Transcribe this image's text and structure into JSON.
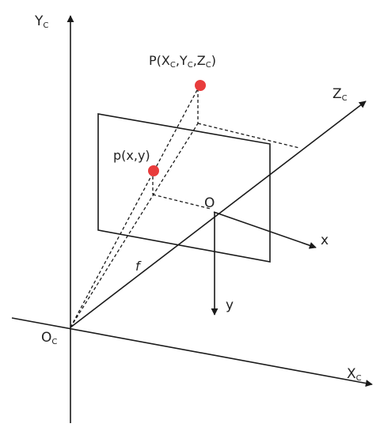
{
  "diagram": {
    "labels": {
      "yc_main": "Y",
      "yc_sub": "C",
      "oc_main": "O",
      "oc_sub": "C",
      "xc_main": "X",
      "xc_sub": "C",
      "zc_main": "Z",
      "zc_sub": "C",
      "point_P_prefix": "P(X",
      "point_P_sub1": "C",
      "point_P_mid1": ",Y",
      "point_P_sub2": "C",
      "point_P_mid2": ",Z",
      "point_P_sub3": "C",
      "point_P_suffix": ")",
      "point_p": "p(x,y)",
      "origin_o": "O",
      "axis_x": "x",
      "axis_y": "y",
      "focal": "f"
    },
    "colors": {
      "line": "#1a1a1a",
      "point": "#e83c3c"
    }
  }
}
